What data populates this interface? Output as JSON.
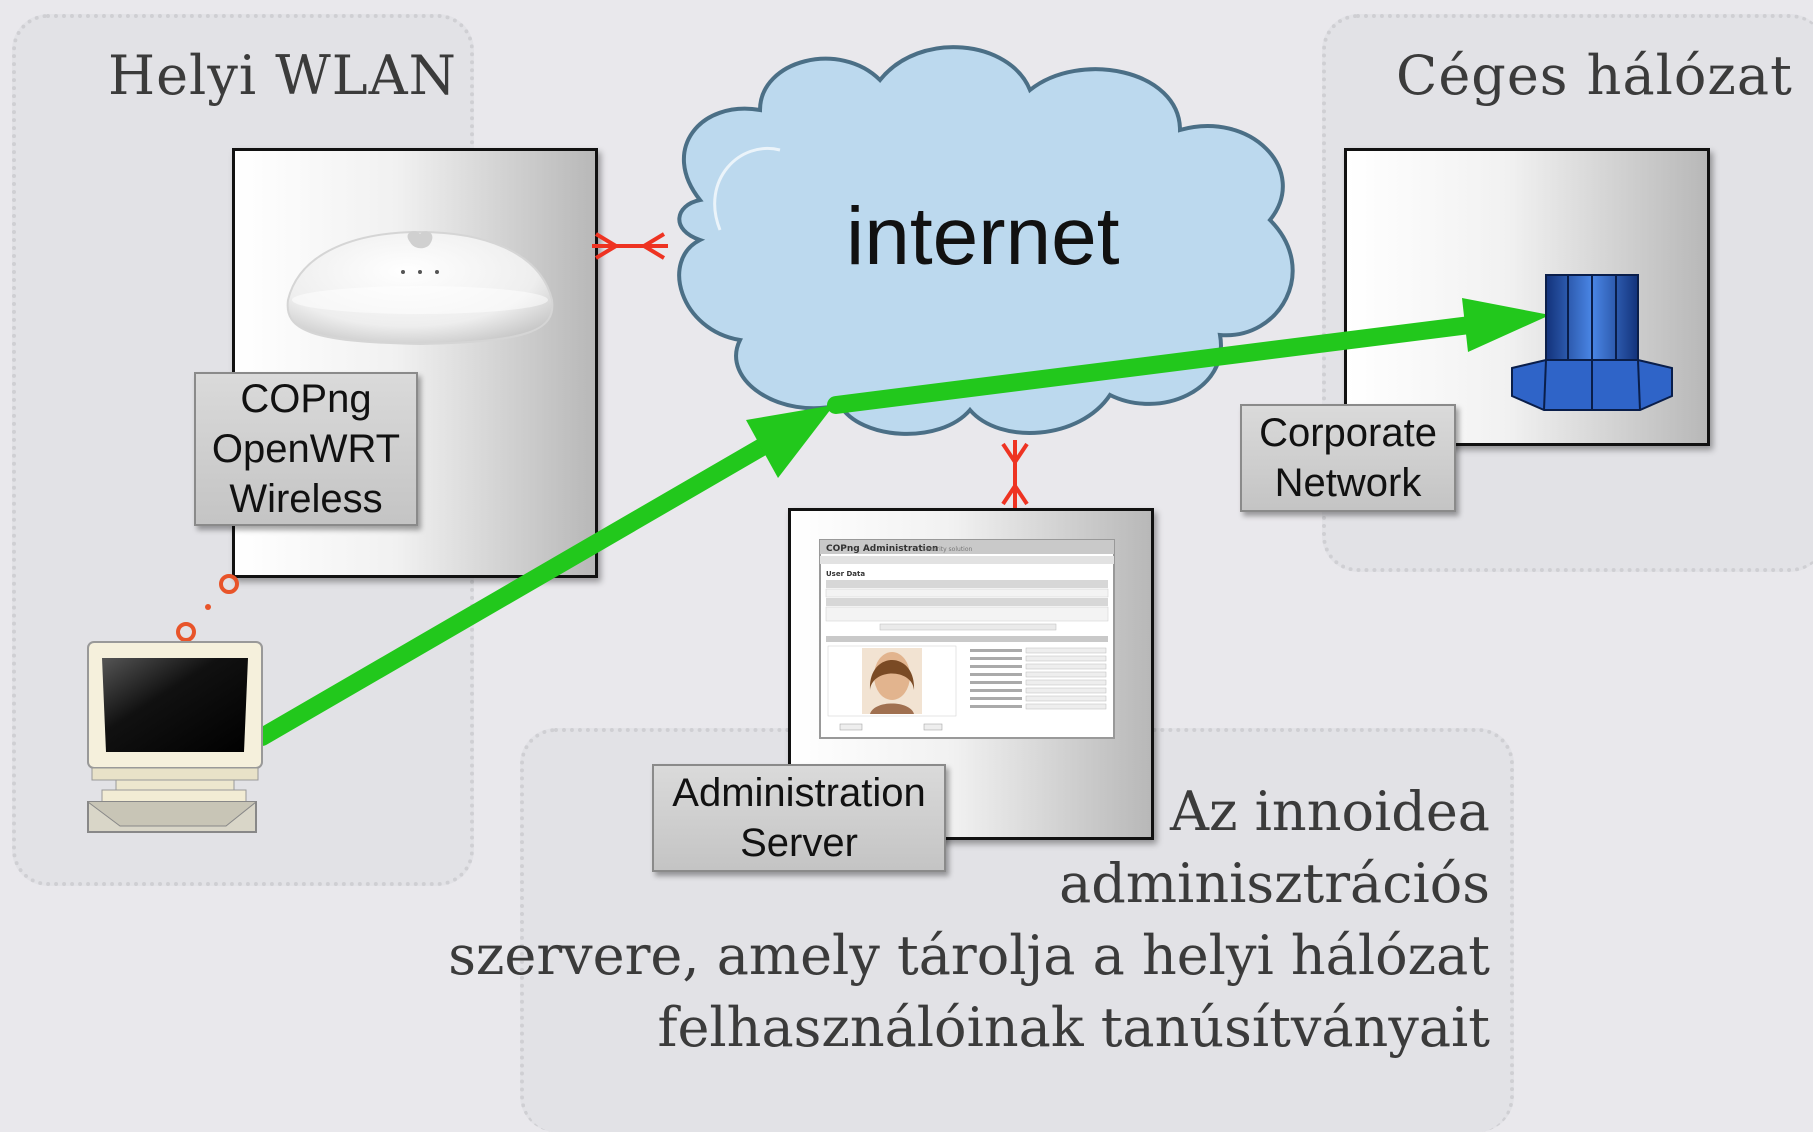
{
  "regions": {
    "local_wlan": {
      "title": "Helyi WLAN"
    },
    "corporate": {
      "title": "Céges hálózat"
    }
  },
  "cloud": {
    "label": "internet"
  },
  "labels": {
    "router": "COPng\nOpenWRT\nWireless",
    "corporate_network": "Corporate\nNetwork",
    "admin_server": "Administration\nServer"
  },
  "screenshot": {
    "title": "COPng Administration",
    "subtitle": "Security solution",
    "section": "User Data"
  },
  "description": "Az innoidea\nadminisztrációs\nszervere, amely tárolja a helyi hálózat\nfelhasználóinak tanúsítványait",
  "colors": {
    "connection": "#22c81c",
    "link_marker": "#ee3322",
    "wireless": "#e8542a",
    "cloud_fill": "#bcd9ee",
    "server_blue": "#2f64c8"
  },
  "icons": {
    "router": "airport-router-icon",
    "computer": "desktop-computer-icon",
    "server": "corporate-server-icon",
    "cloud": "internet-cloud-icon"
  }
}
